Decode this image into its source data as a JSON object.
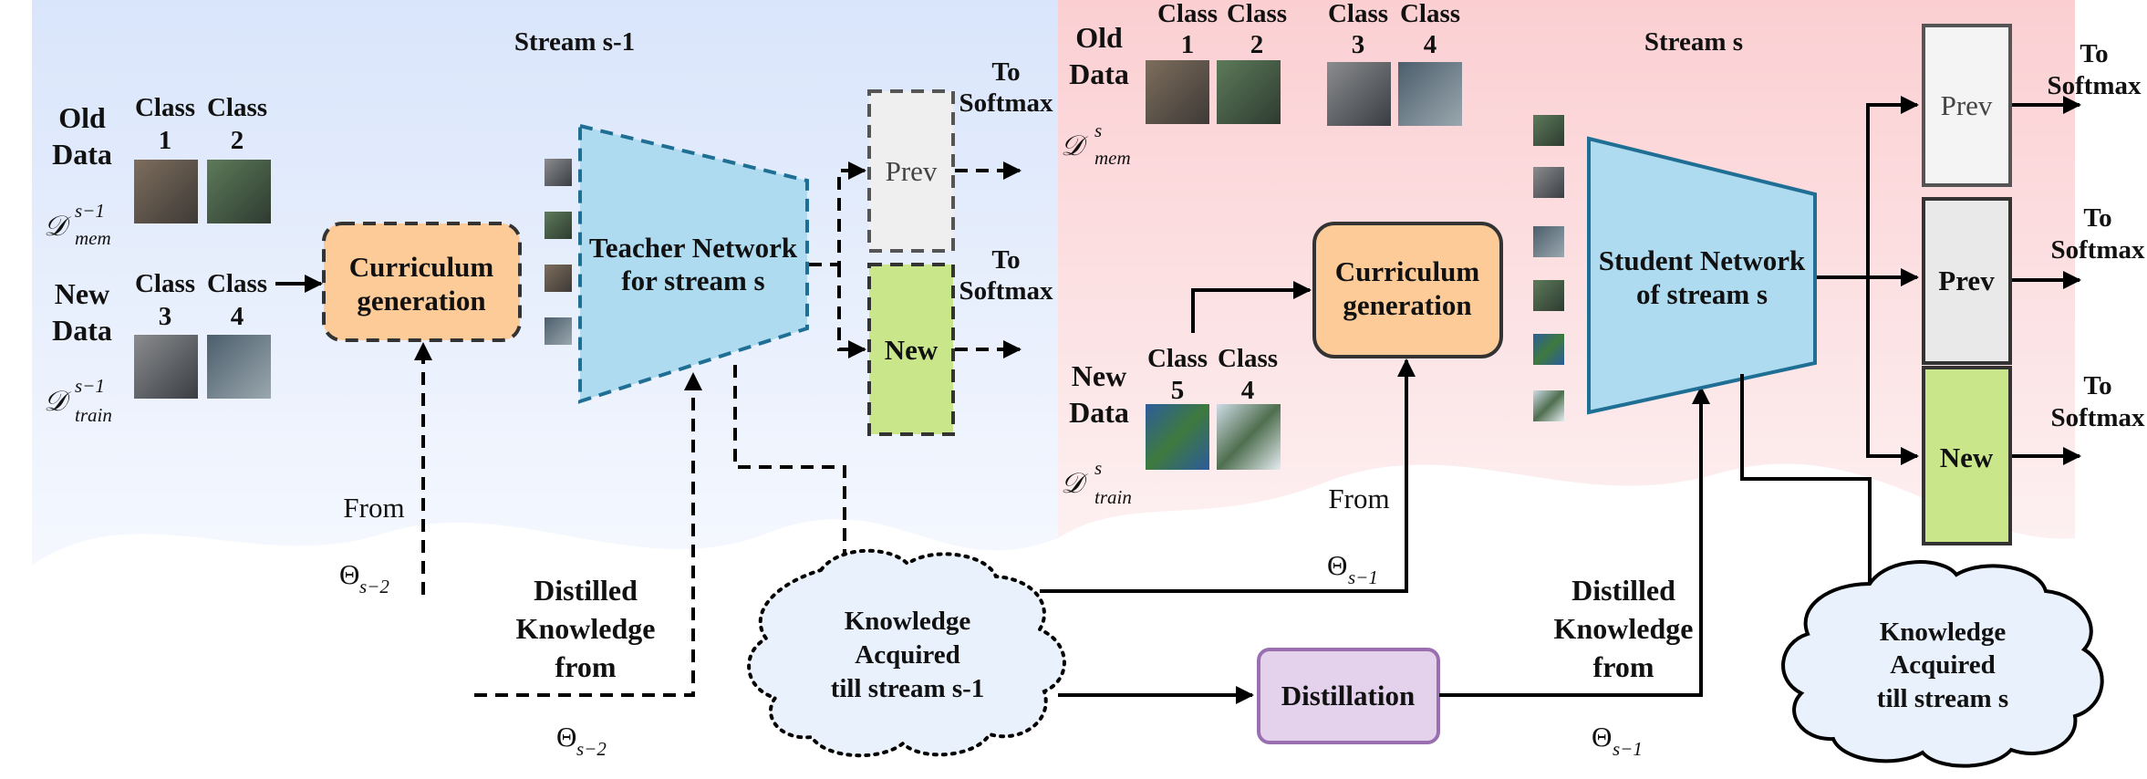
{
  "stream_prev": {
    "title": "Stream s-1",
    "old_data": [
      "Old",
      "Data"
    ],
    "new_data": [
      "New",
      "Data"
    ],
    "old_classes": [
      [
        "Class",
        "1"
      ],
      [
        "Class",
        "2"
      ]
    ],
    "new_classes": [
      [
        "Class",
        "3"
      ],
      [
        "Class",
        "4"
      ]
    ],
    "mem_symbol": "𝒟",
    "mem_sup": "s−1",
    "mem_sub": "mem",
    "train_symbol": "𝒟",
    "train_sup": "s−1",
    "train_sub": "train",
    "curriculum": [
      "Curriculum",
      "generation"
    ],
    "network": [
      "Teacher Network",
      "for stream s"
    ],
    "head_prev": "Prev",
    "head_new": "New",
    "to_softmax": [
      "To",
      "Softmax"
    ],
    "from_label": "From",
    "theta": "Θ",
    "theta_sub": "s−2",
    "distilled": [
      "Distilled",
      "Knowledge",
      "from"
    ],
    "theta2": "Θ",
    "theta2_sub": "s−2"
  },
  "knowledge_prev": [
    "Knowledge",
    "Acquired",
    "till stream s-1"
  ],
  "distillation": "Distillation",
  "stream_curr": {
    "title": "Stream s",
    "old_data": [
      "Old",
      "Data"
    ],
    "new_data": [
      "New",
      "Data"
    ],
    "old_classes": [
      [
        "Class",
        "1"
      ],
      [
        "Class",
        "2"
      ],
      [
        "Class",
        "3"
      ],
      [
        "Class",
        "4"
      ]
    ],
    "new_classes": [
      [
        "Class",
        "5"
      ],
      [
        "Class",
        "4"
      ]
    ],
    "mem_symbol": "𝒟",
    "mem_sup": "s",
    "mem_sub": "mem",
    "train_symbol": "𝒟",
    "train_sup": "s",
    "train_sub": "train",
    "curriculum": [
      "Curriculum",
      "generation"
    ],
    "network": [
      "Student Network",
      "of stream s"
    ],
    "heads": [
      "Prev",
      "Prev",
      "New"
    ],
    "to_softmax": [
      "To",
      "Softmax"
    ],
    "from_label": "From",
    "theta": "Θ",
    "theta_sub": "s−1",
    "distilled": [
      "Distilled",
      "Knowledge",
      "from"
    ],
    "theta2": "Θ",
    "theta2_sub": "s−1"
  },
  "knowledge_curr": [
    "Knowledge",
    "Acquired",
    "till stream s"
  ],
  "colors": {
    "curriculum_fill": "#fccb98",
    "network_fill": "#aedbf0",
    "head_prev_fill": "#efefef",
    "head_new_fill": "#c9e78a",
    "distill_fill": "#e4d2ec",
    "cloud_fill": "#e9f1fc",
    "bg_left": "#dfe9fb",
    "bg_right": "#fbd6d8"
  }
}
